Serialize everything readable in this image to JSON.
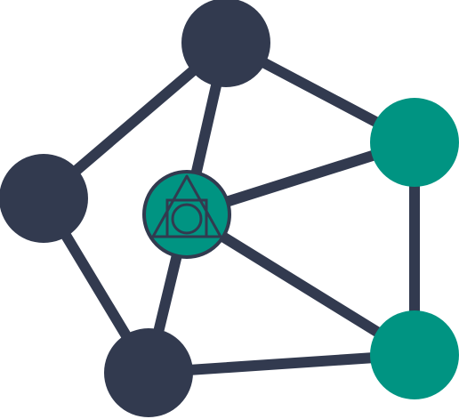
{
  "colors": {
    "dark_navy": "#323a4f",
    "teal": "#009482",
    "background": "#ffffff"
  },
  "icons": {
    "center_symbol": "triangle-square-circle-icon"
  },
  "graph": {
    "nodes": [
      {
        "name": "node-top",
        "color": "dark_navy"
      },
      {
        "name": "node-left",
        "color": "dark_navy"
      },
      {
        "name": "node-bottom-left",
        "color": "dark_navy"
      },
      {
        "name": "node-right-upper",
        "color": "teal"
      },
      {
        "name": "node-right-lower",
        "color": "teal"
      },
      {
        "name": "node-center",
        "color": "teal",
        "icon": "triangle-square-circle-icon"
      }
    ],
    "edges": [
      [
        "node-top",
        "node-left"
      ],
      [
        "node-top",
        "node-right-upper"
      ],
      [
        "node-top",
        "node-center"
      ],
      [
        "node-left",
        "node-bottom-left"
      ],
      [
        "node-center",
        "node-right-upper"
      ],
      [
        "node-center",
        "node-right-lower"
      ],
      [
        "node-center",
        "node-bottom-left"
      ],
      [
        "node-right-upper",
        "node-right-lower"
      ],
      [
        "node-bottom-left",
        "node-right-lower"
      ]
    ]
  }
}
